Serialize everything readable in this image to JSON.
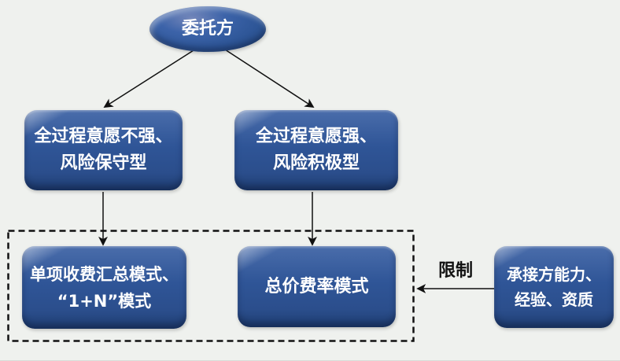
{
  "background": "#eff1ee",
  "palette": {
    "node_fill": "#2f5597",
    "node_fill_light": "#8394c3",
    "node_fill_dark": "#1f3e72",
    "node_text": "#ffffff",
    "line_color": "#111111",
    "dashed_border": "#111111"
  },
  "diagram": {
    "client": {
      "label": "委托方"
    },
    "branch_conservative": {
      "line1": "全过程意愿不强、",
      "line2": "风险保守型"
    },
    "branch_aggressive": {
      "line1": "全过程意愿强、",
      "line2": "风险积极型"
    },
    "mode_itemized": {
      "line1": "单项收费汇总模式、",
      "line2": "“1+N”模式"
    },
    "mode_lumpsum": {
      "label": "总价费率模式"
    },
    "contractor": {
      "line1": "承接方能力、",
      "line2": "经验、资质"
    },
    "restriction": {
      "label": "限制"
    }
  }
}
